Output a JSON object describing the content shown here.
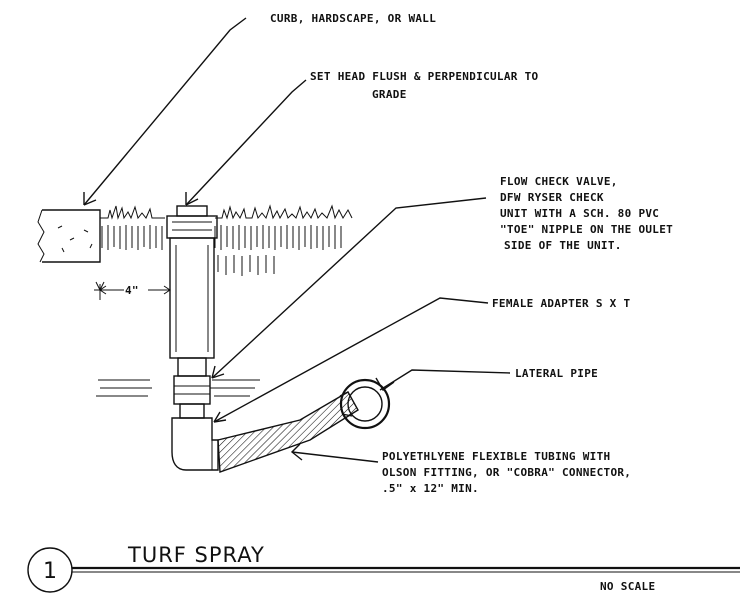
{
  "labels": {
    "curb": "CURB, HARDSCAPE, OR WALL",
    "set_head_line1": "SET HEAD FLUSH & PERPENDICULAR TO",
    "set_head_line2": "GRADE",
    "flow_check_line1": "FLOW CHECK VALVE,",
    "flow_check_line2": "DFW RYSER CHECK",
    "flow_check_line3": "UNIT WITH A SCH. 80 PVC",
    "flow_check_line4": "\"TOE\" NIPPLE ON THE OULET",
    "flow_check_line5": "SIDE OF THE UNIT.",
    "dimension": "4\"",
    "female_adapter": "FEMALE ADAPTER S X T",
    "lateral_pipe": "LATERAL PIPE",
    "poly_line1": "POLYETHLYENE FLEXIBLE TUBING WITH",
    "poly_line2": "OLSON FITTING, OR \"COBRA\" CONNECTOR,",
    "poly_line3": ".5\" x 12\" MIN."
  },
  "title_block": {
    "detail_number": "1",
    "title": "TURF SPRAY",
    "scale": "NO SCALE"
  }
}
